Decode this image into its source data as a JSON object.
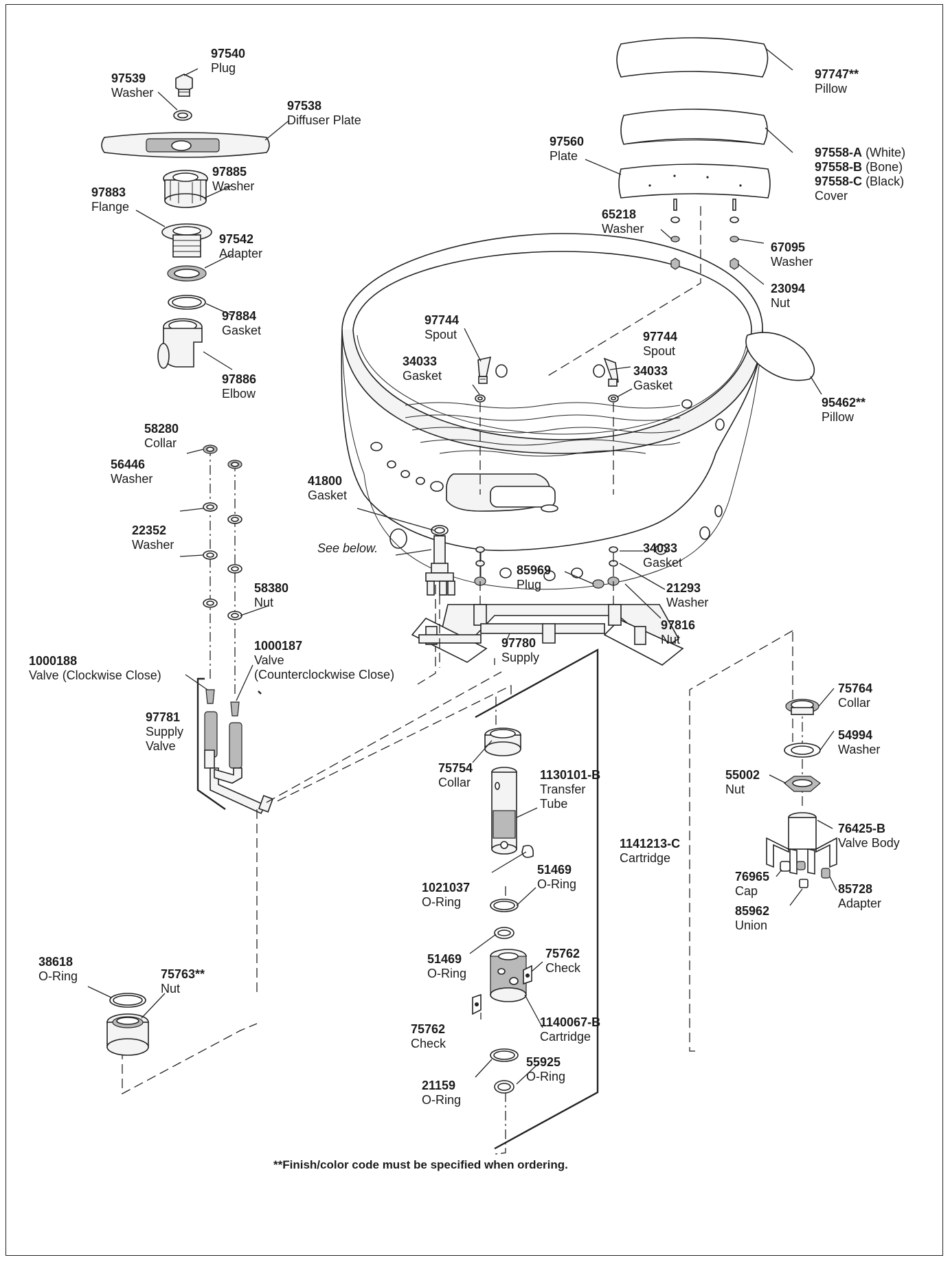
{
  "diagram": {
    "footnote": "**Finish/color code must be specified when ordering.",
    "see_below": "See below.",
    "parts": [
      {
        "id": "p97540",
        "number": "97540",
        "name": "Plug"
      },
      {
        "id": "p97539",
        "number": "97539",
        "name": "Washer"
      },
      {
        "id": "p97538",
        "number": "97538",
        "name": "Diffuser Plate"
      },
      {
        "id": "p97885",
        "number": "97885",
        "name": "Washer"
      },
      {
        "id": "p97883",
        "number": "97883",
        "name": "Flange"
      },
      {
        "id": "p97542",
        "number": "97542",
        "name": "Adapter"
      },
      {
        "id": "p97884",
        "number": "97884",
        "name": "Gasket"
      },
      {
        "id": "p97886",
        "number": "97886",
        "name": "Elbow"
      },
      {
        "id": "p58280",
        "number": "58280",
        "name": "Collar"
      },
      {
        "id": "p56446",
        "number": "56446",
        "name": "Washer"
      },
      {
        "id": "p22352",
        "number": "22352",
        "name": "Washer"
      },
      {
        "id": "p58380",
        "number": "58380",
        "name": "Nut"
      },
      {
        "id": "p1000188",
        "number": "1000188",
        "name": "Valve (Clockwise Close)"
      },
      {
        "id": "p1000187",
        "number": "1000187",
        "name": "Valve",
        "name2": "(Counterclockwise Close)"
      },
      {
        "id": "p97781",
        "number": "97781",
        "name": "Supply",
        "name2": "Valve"
      },
      {
        "id": "p38618",
        "number": "38618",
        "name": "O-Ring"
      },
      {
        "id": "p75763",
        "number": "75763**",
        "name": "Nut"
      },
      {
        "id": "p97747",
        "number": "97747**",
        "name": "Pillow"
      },
      {
        "id": "p97558",
        "number": "97558-A",
        "name": "(White)",
        "number2": "97558-B",
        "name2": "(Bone)",
        "number3": "97558-C",
        "name3": "(Black)",
        "name4": "Cover"
      },
      {
        "id": "p97560",
        "number": "97560",
        "name": "Plate"
      },
      {
        "id": "p65218",
        "number": "65218",
        "name": "Washer"
      },
      {
        "id": "p67095",
        "number": "67095",
        "name": "Washer"
      },
      {
        "id": "p23094",
        "number": "23094",
        "name": "Nut"
      },
      {
        "id": "p97744a",
        "number": "97744",
        "name": "Spout"
      },
      {
        "id": "p34033a",
        "number": "34033",
        "name": "Gasket"
      },
      {
        "id": "p97744b",
        "number": "97744",
        "name": "Spout"
      },
      {
        "id": "p34033b",
        "number": "34033",
        "name": "Gasket"
      },
      {
        "id": "p95462",
        "number": "95462**",
        "name": "Pillow"
      },
      {
        "id": "p41800",
        "number": "41800",
        "name": "Gasket"
      },
      {
        "id": "p85969",
        "number": "85969",
        "name": "Plug"
      },
      {
        "id": "p34033c",
        "number": "34033",
        "name": "Gasket"
      },
      {
        "id": "p21293",
        "number": "21293",
        "name": "Washer"
      },
      {
        "id": "p97816",
        "number": "97816",
        "name": "Nut"
      },
      {
        "id": "p97780",
        "number": "97780",
        "name": "Supply"
      },
      {
        "id": "p75754",
        "number": "75754",
        "name": "Collar"
      },
      {
        "id": "p1130101",
        "number": "1130101-B",
        "name": "Transfer",
        "name2": "Tube"
      },
      {
        "id": "p1141213",
        "number": "1141213-C",
        "name": "Cartridge"
      },
      {
        "id": "p1021037",
        "number": "1021037",
        "name": "O-Ring"
      },
      {
        "id": "p51469a",
        "number": "51469",
        "name": "O-Ring"
      },
      {
        "id": "p51469b",
        "number": "51469",
        "name": "O-Ring"
      },
      {
        "id": "p75762a",
        "number": "75762",
        "name": "Check"
      },
      {
        "id": "p75762b",
        "number": "75762",
        "name": "Check"
      },
      {
        "id": "p1140067",
        "number": "1140067-B",
        "name": "Cartridge"
      },
      {
        "id": "p55925",
        "number": "55925",
        "name": "O-Ring"
      },
      {
        "id": "p21159",
        "number": "21159",
        "name": "O-Ring"
      },
      {
        "id": "p75764",
        "number": "75764",
        "name": "Collar"
      },
      {
        "id": "p54994",
        "number": "54994",
        "name": "Washer"
      },
      {
        "id": "p55002",
        "number": "55002",
        "name": "Nut"
      },
      {
        "id": "p76425",
        "number": "76425-B",
        "name": "Valve Body"
      },
      {
        "id": "p76965",
        "number": "76965",
        "name": "Cap"
      },
      {
        "id": "p85728",
        "number": "85728",
        "name": "Adapter"
      },
      {
        "id": "p85962",
        "number": "85962",
        "name": "Union"
      }
    ]
  }
}
